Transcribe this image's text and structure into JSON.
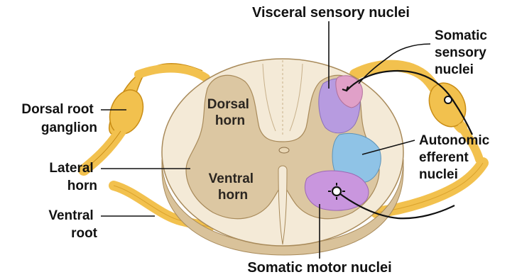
{
  "labels": {
    "visceral_sensory": "Visceral sensory nuclei",
    "somatic_sensory": [
      "Somatic",
      "sensory",
      "nuclei"
    ],
    "dorsal_root_ganglion": [
      "Dorsal root",
      "ganglion"
    ],
    "lateral_horn": [
      "Lateral",
      "horn"
    ],
    "ventral_root": [
      "Ventral",
      "root"
    ],
    "autonomic_efferent": [
      "Autonomic",
      "efferent",
      "nuclei"
    ],
    "somatic_motor": "Somatic motor nuclei",
    "dorsal_horn": [
      "Dorsal",
      "horn"
    ],
    "ventral_horn": [
      "Ventral",
      "horn"
    ]
  },
  "colors": {
    "white_matter": "#f4ead7",
    "white_matter_side": "#d9c29a",
    "gray_matter": "#dcc7a2",
    "nerve": "#f2c14e",
    "nerve_dark": "#d99a1c",
    "visceral_sensory_region": "#b79be0",
    "somatic_sensory_region": "#e0a0c8",
    "autonomic_efferent_region": "#8fc3e6",
    "somatic_motor_region": "#c996de"
  }
}
